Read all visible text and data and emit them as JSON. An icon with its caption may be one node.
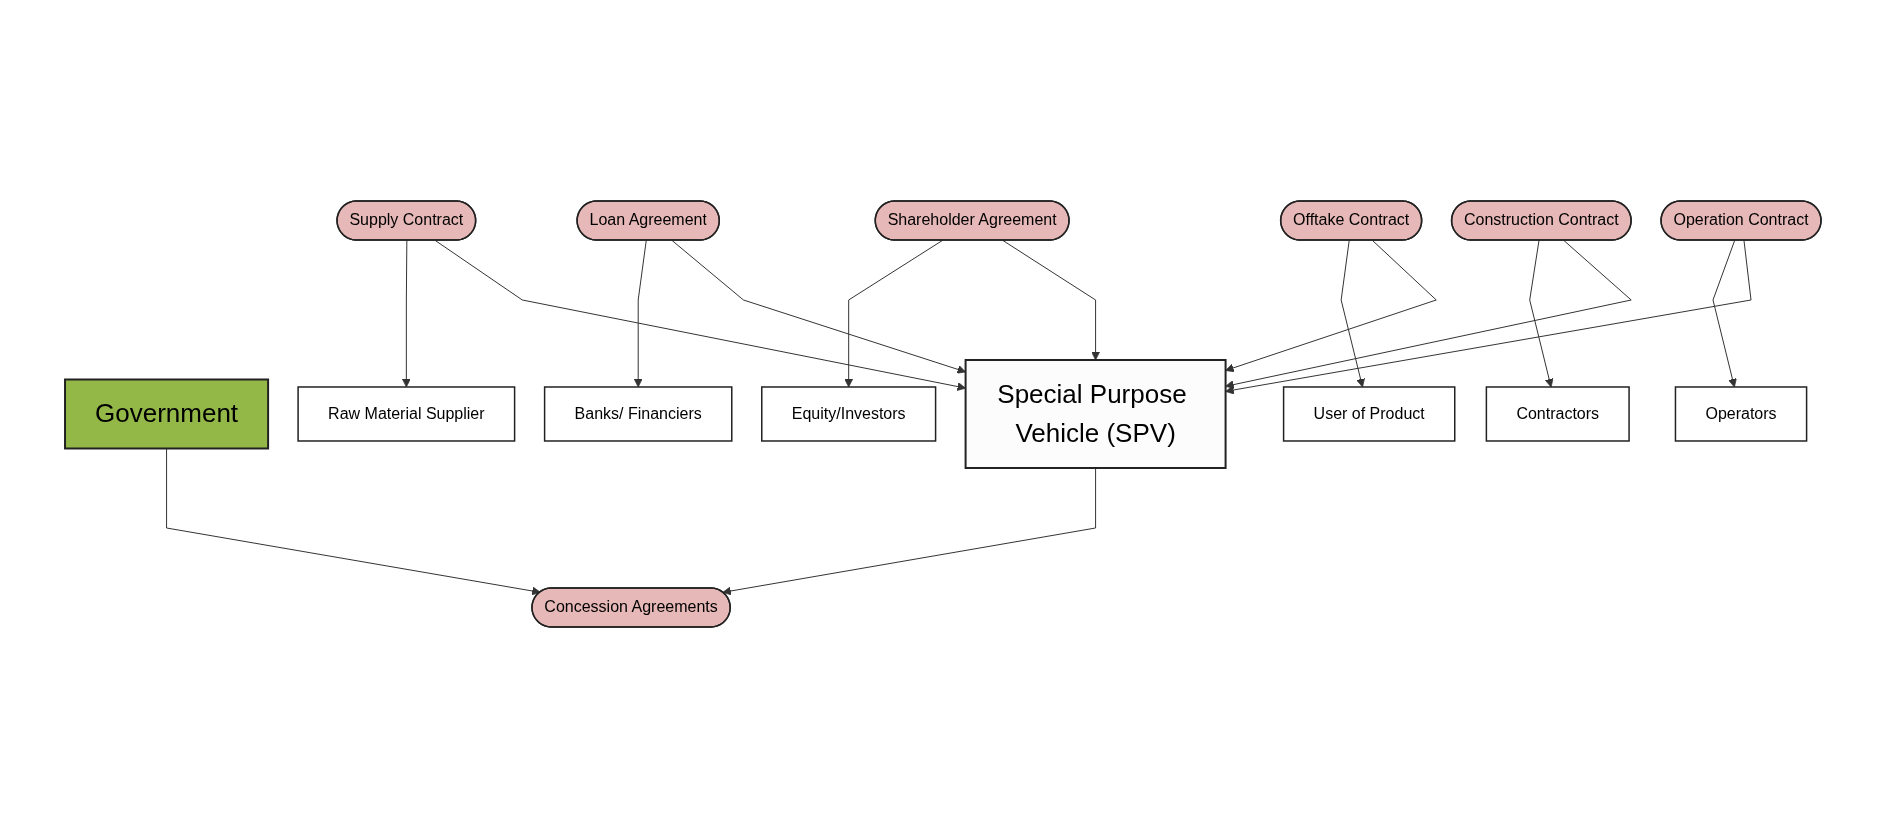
{
  "diagram": {
    "nodes": [
      {
        "text": [
          "Government"
        ]
      },
      {
        "text": [
          "Concession Agreements"
        ]
      },
      {
        "text": [
          "Special Purpose Vehicle (SPV)"
        ]
      },
      {
        "text": [
          "Raw Material Supplier"
        ]
      },
      {
        "text": [
          "Supply Contract"
        ]
      },
      {
        "text": [
          "Banks/ Financiers"
        ]
      },
      {
        "text": [
          "Loan Agreement"
        ]
      },
      {
        "text": [
          "Equity/Investors"
        ]
      },
      {
        "text": [
          "Shareholder Agreement"
        ]
      },
      {
        "text": [
          "User of Product"
        ]
      },
      {
        "text": [
          "Offtake Contract"
        ]
      },
      {
        "text": [
          "Contractors"
        ]
      },
      {
        "text": [
          "Construction Contract"
        ]
      },
      {
        "text": [
          "Operators"
        ]
      },
      {
        "text": [
          "Operation Contract"
        ]
      }
    ],
    "edges": [
      {
        "from": 0,
        "to": 1,
        "arrow": "to"
      },
      {
        "from": 2,
        "to": 1,
        "arrow": "to"
      },
      {
        "from": 4,
        "to": 3,
        "arrow": "to"
      },
      {
        "from": 4,
        "to": 2,
        "arrow": "to"
      },
      {
        "from": 6,
        "to": 5,
        "arrow": "to"
      },
      {
        "from": 6,
        "to": 2,
        "arrow": "to"
      },
      {
        "from": 8,
        "to": 7,
        "arrow": "to"
      },
      {
        "from": 8,
        "to": 2,
        "arrow": "to"
      },
      {
        "from": 10,
        "to": 9,
        "arrow": "to"
      },
      {
        "from": 10,
        "to": 2,
        "arrow": "to"
      },
      {
        "from": 12,
        "to": 11,
        "arrow": "to"
      },
      {
        "from": 12,
        "to": 2,
        "arrow": "to"
      },
      {
        "from": 14,
        "to": 13,
        "arrow": "to"
      },
      {
        "from": 14,
        "to": 2,
        "arrow": "to"
      }
    ]
  }
}
